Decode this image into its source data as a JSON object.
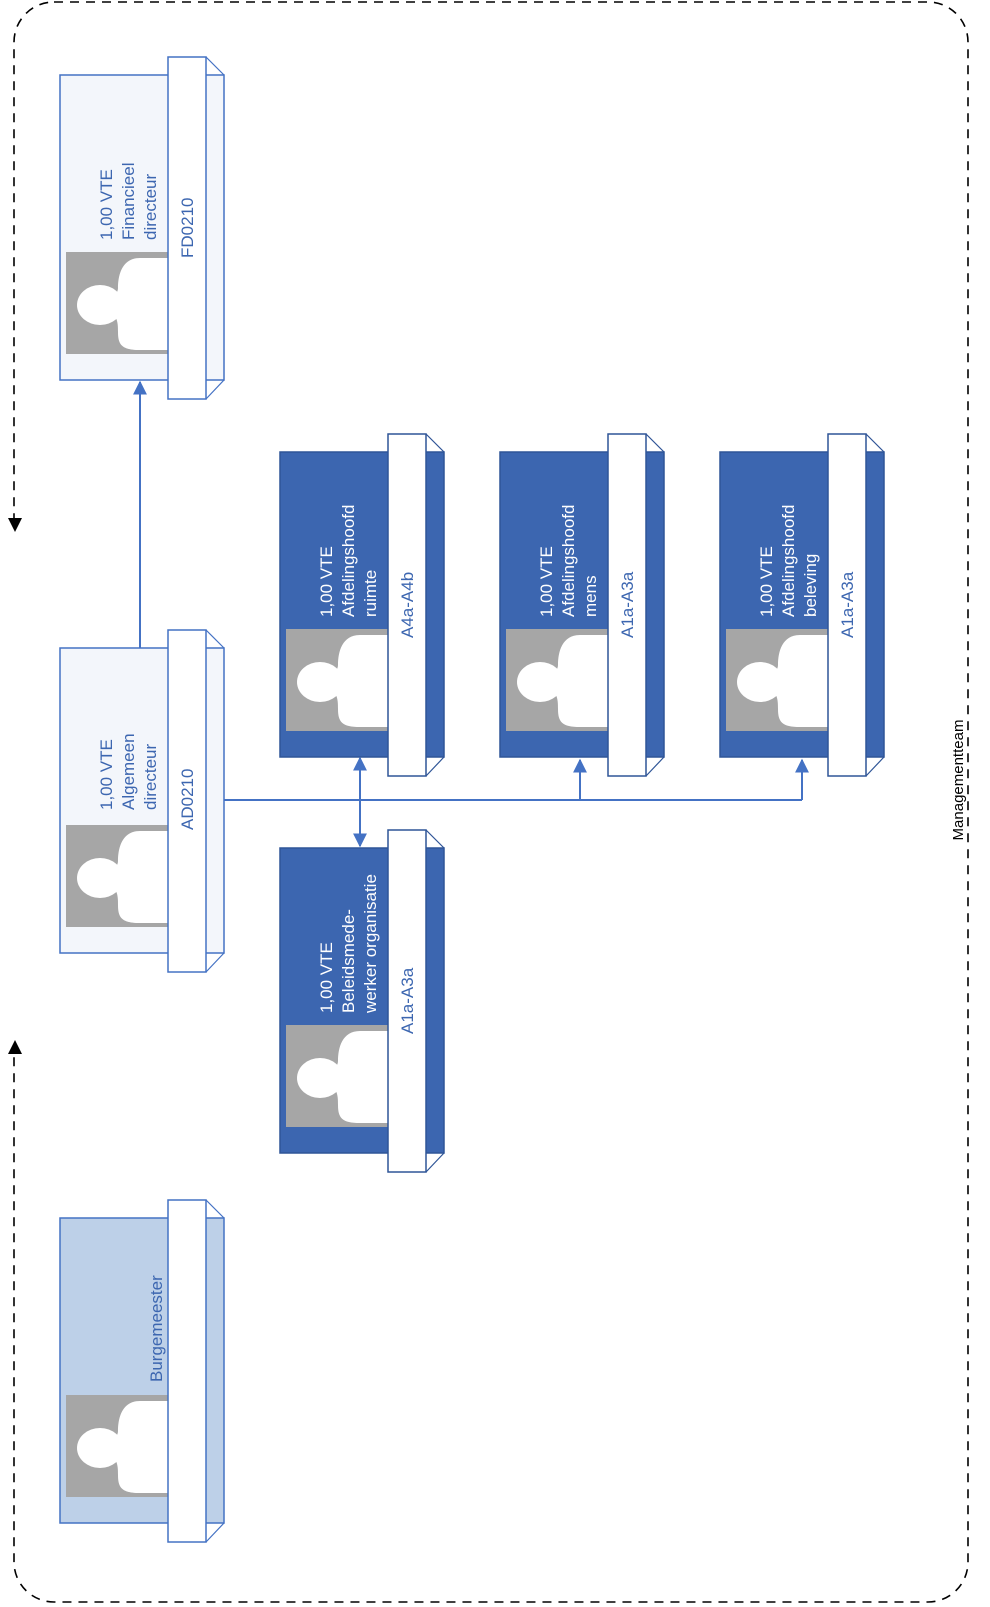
{
  "diagram": {
    "frame_label": "Managementteam",
    "colors": {
      "primary": "#3c66b0",
      "light": "#bdd0e8",
      "pale": "#f3f6fb",
      "avatar_gray": "#a6a6a6",
      "line": "#4472c4"
    },
    "nodes": {
      "burgemeester": {
        "title": "Burgemeester",
        "style": "light"
      },
      "algemeen_directeur": {
        "fte": "1,00 VTE",
        "title_1": "Algemeen",
        "title_2": "directeur",
        "code": "AD0210",
        "style": "pale"
      },
      "financieel_directeur": {
        "fte": "1,00 VTE",
        "title_1": "Financieel",
        "title_2": "directeur",
        "code": "FD0210",
        "style": "pale"
      },
      "beleidsmedewerker": {
        "fte": "1,00 VTE",
        "title_1": "Beleidsmede-",
        "title_2": "werker organisatie",
        "code": "A1a-A3a",
        "style": "primary"
      },
      "afdelingshoofd_ruimte": {
        "fte": "1,00 VTE",
        "title_1": "Afdelingshoofd",
        "title_2": "ruimte",
        "code": "A4a-A4b",
        "style": "primary"
      },
      "afdelingshoofd_mens": {
        "fte": "1,00 VTE",
        "title_1": "Afdelingshoofd",
        "title_2": "mens",
        "code": "A1a-A3a",
        "style": "primary"
      },
      "afdelingshoofd_beleving": {
        "fte": "1,00 VTE",
        "title_1": "Afdelingshoofd",
        "title_2": "beleving",
        "code": "A1a-A3a",
        "style": "primary"
      }
    }
  }
}
